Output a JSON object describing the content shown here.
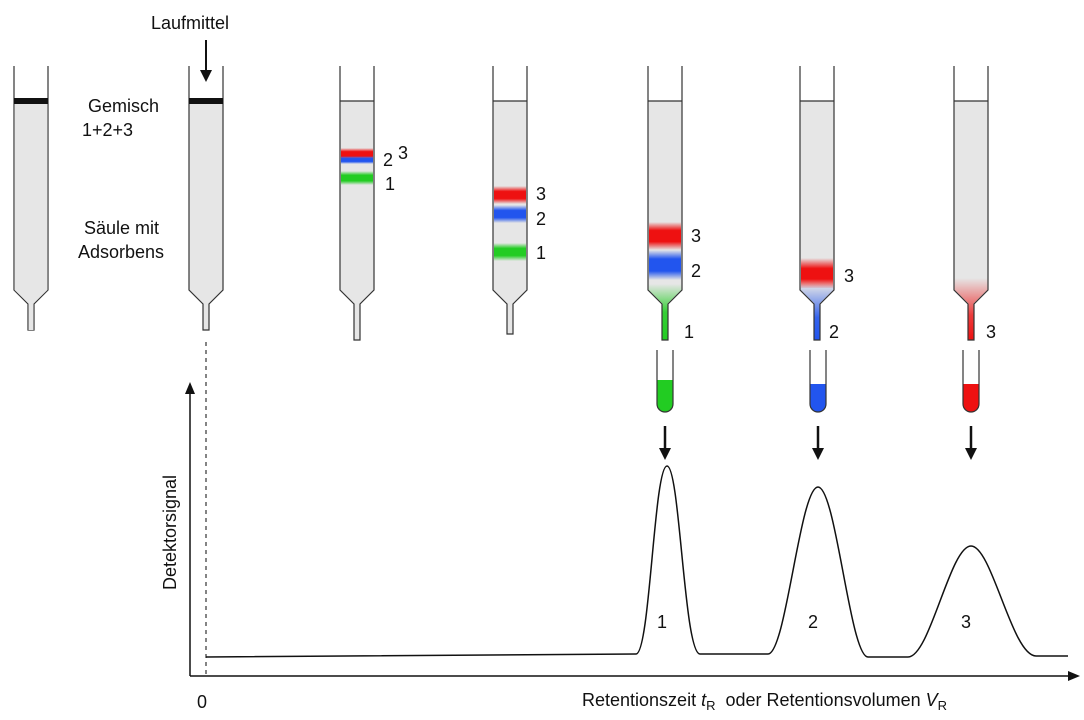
{
  "labels": {
    "laufmittel": "Laufmittel",
    "gemisch_line1": "Gemisch",
    "gemisch_line2": "1+2+3",
    "saeule_line1": "Säule mit",
    "saeule_line2": "Adsorbens",
    "y_axis": "Detektorsignal",
    "x_origin": "0",
    "x_axis_part1": "Retentionszeit ",
    "x_axis_var1": "t",
    "x_axis_sub1": "R",
    "x_axis_part2": "oder Retentionsvolumen ",
    "x_axis_var2": "V",
    "x_axis_sub2": "R"
  },
  "colors": {
    "component_1": "#22cc22",
    "component_2": "#2255ee",
    "component_3": "#ee1111",
    "column_fill": "#e6e6e6",
    "outline": "#333333"
  },
  "columns": [
    {
      "stage": 1,
      "band_labels": []
    },
    {
      "stage": 2,
      "band_labels": []
    },
    {
      "stage": 3,
      "band_labels": [
        "2",
        "3",
        "1"
      ]
    },
    {
      "stage": 4,
      "band_labels": [
        "3",
        "2",
        "1"
      ]
    },
    {
      "stage": 5,
      "band_labels": [
        "3",
        "2",
        "1"
      ]
    },
    {
      "stage": 6,
      "band_labels": [
        "3",
        "2"
      ]
    },
    {
      "stage": 7,
      "band_labels": [
        "3"
      ]
    }
  ],
  "collection_tubes": [
    {
      "component": "1"
    },
    {
      "component": "2"
    },
    {
      "component": "3"
    }
  ],
  "chart_data": {
    "type": "line",
    "xlabel": "Retentionszeit tR oder Retentionsvolumen VR",
    "ylabel": "Detektorsignal",
    "x_origin_label": "0",
    "peaks": [
      {
        "label": "1",
        "relative_height": 1.0,
        "relative_width": 0.35
      },
      {
        "label": "2",
        "relative_height": 0.87,
        "relative_width": 0.6
      },
      {
        "label": "3",
        "relative_height": 0.59,
        "relative_width": 0.9
      }
    ]
  }
}
